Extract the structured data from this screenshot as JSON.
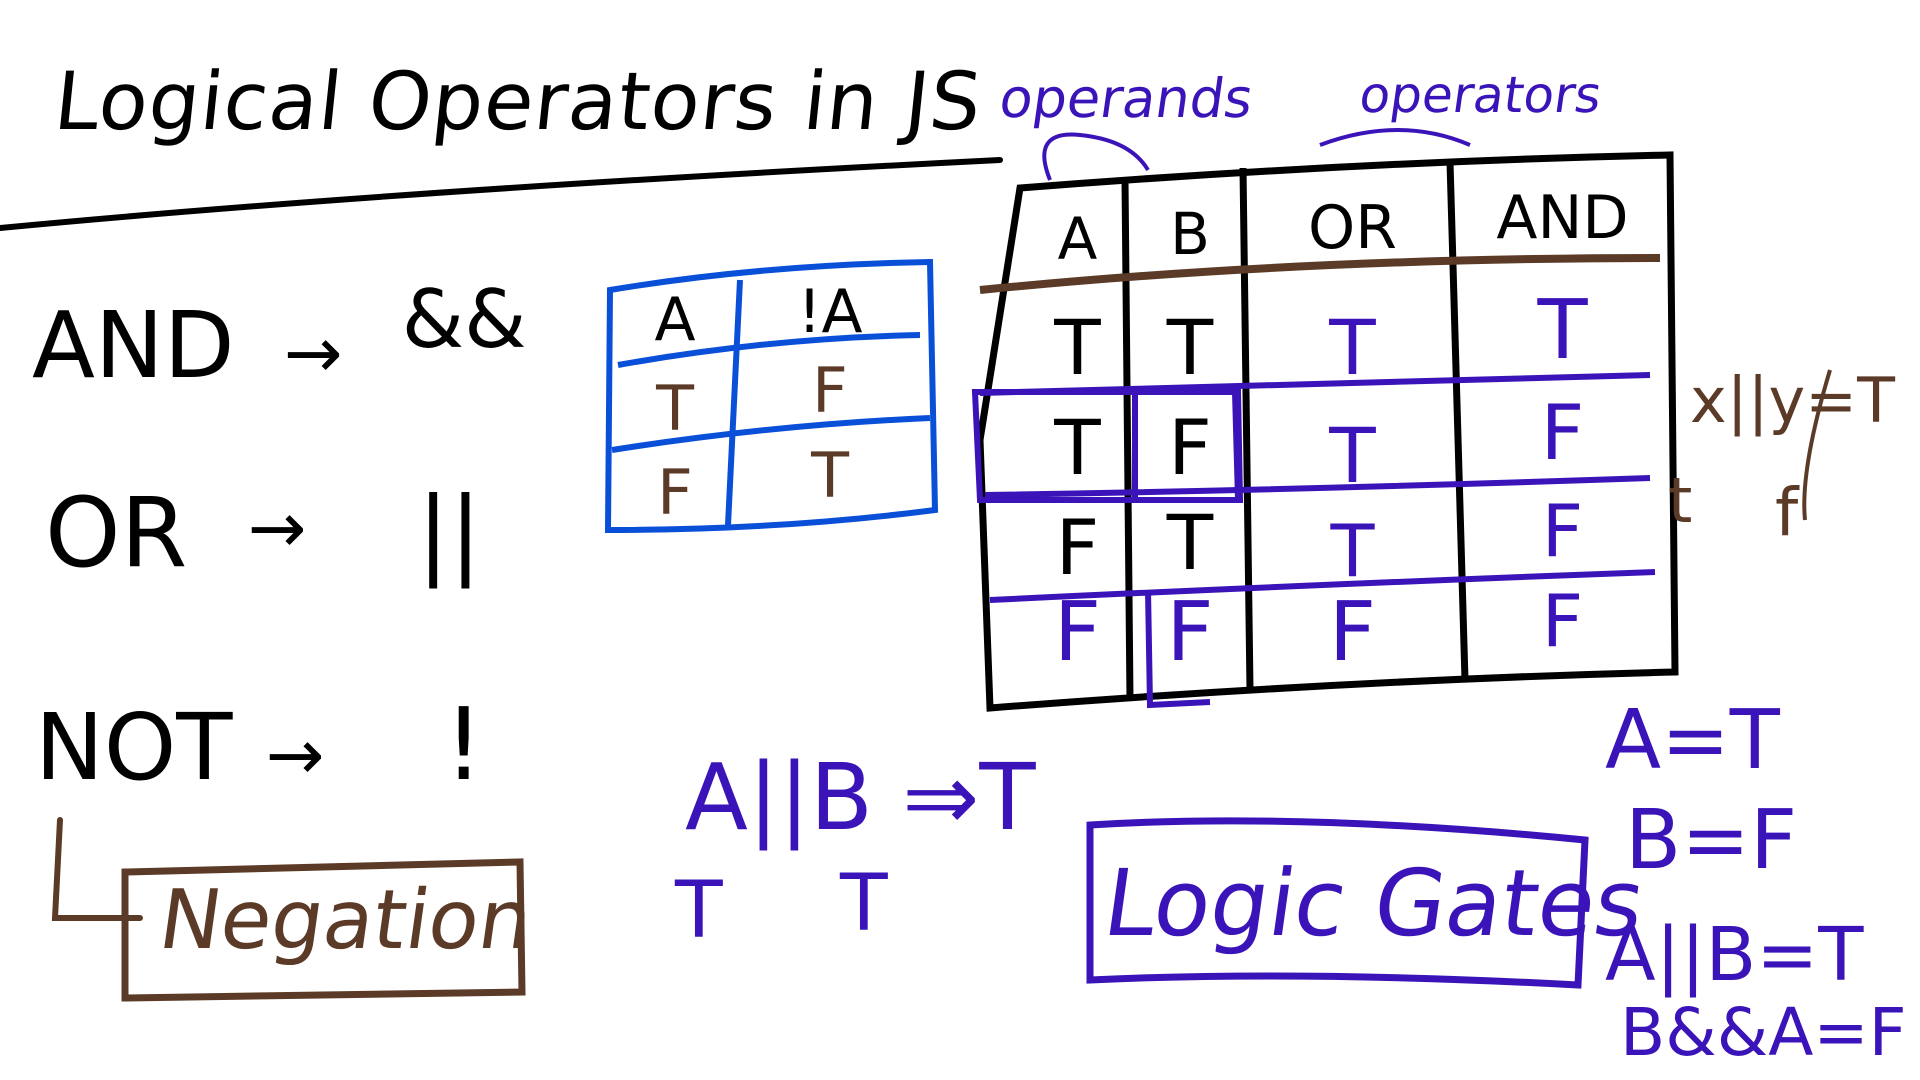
{
  "title": "Logical Operators in JS",
  "annotations": {
    "operands": "operands",
    "operators": "operators"
  },
  "operators_list": [
    {
      "name": "AND",
      "arrow": "→",
      "symbol": "&&"
    },
    {
      "name": "OR",
      "arrow": "→",
      "symbol": "||"
    },
    {
      "name": "NOT",
      "arrow": "→",
      "symbol": "!"
    }
  ],
  "negation_label": "Negation",
  "not_table": {
    "headers": [
      "A",
      "!A"
    ],
    "rows": [
      [
        "T",
        "F"
      ],
      [
        "F",
        "T"
      ]
    ]
  },
  "truth_table": {
    "headers": [
      "A",
      "B",
      "OR",
      "AND"
    ],
    "rows": [
      [
        "T",
        "T",
        "T",
        "T"
      ],
      [
        "T",
        "F",
        "T",
        "F"
      ],
      [
        "F",
        "T",
        "T",
        "F"
      ],
      [
        "F",
        "F",
        "F",
        "F"
      ]
    ]
  },
  "side_note": {
    "expr": "x||y=T",
    "vals": [
      "t",
      "f"
    ]
  },
  "example_expr": {
    "expr": "A||B ⇒T",
    "a": "T",
    "b": "T"
  },
  "logic_gates_label": "Logic Gates",
  "assignments": [
    "A=T",
    "B=F",
    "A||B=T",
    "B&&A=F"
  ],
  "colors": {
    "ink": "#000000",
    "brown": "#5b3b27",
    "purple": "#3a14b8",
    "blue": "#0a4fd8",
    "background": "#ffffff"
  }
}
